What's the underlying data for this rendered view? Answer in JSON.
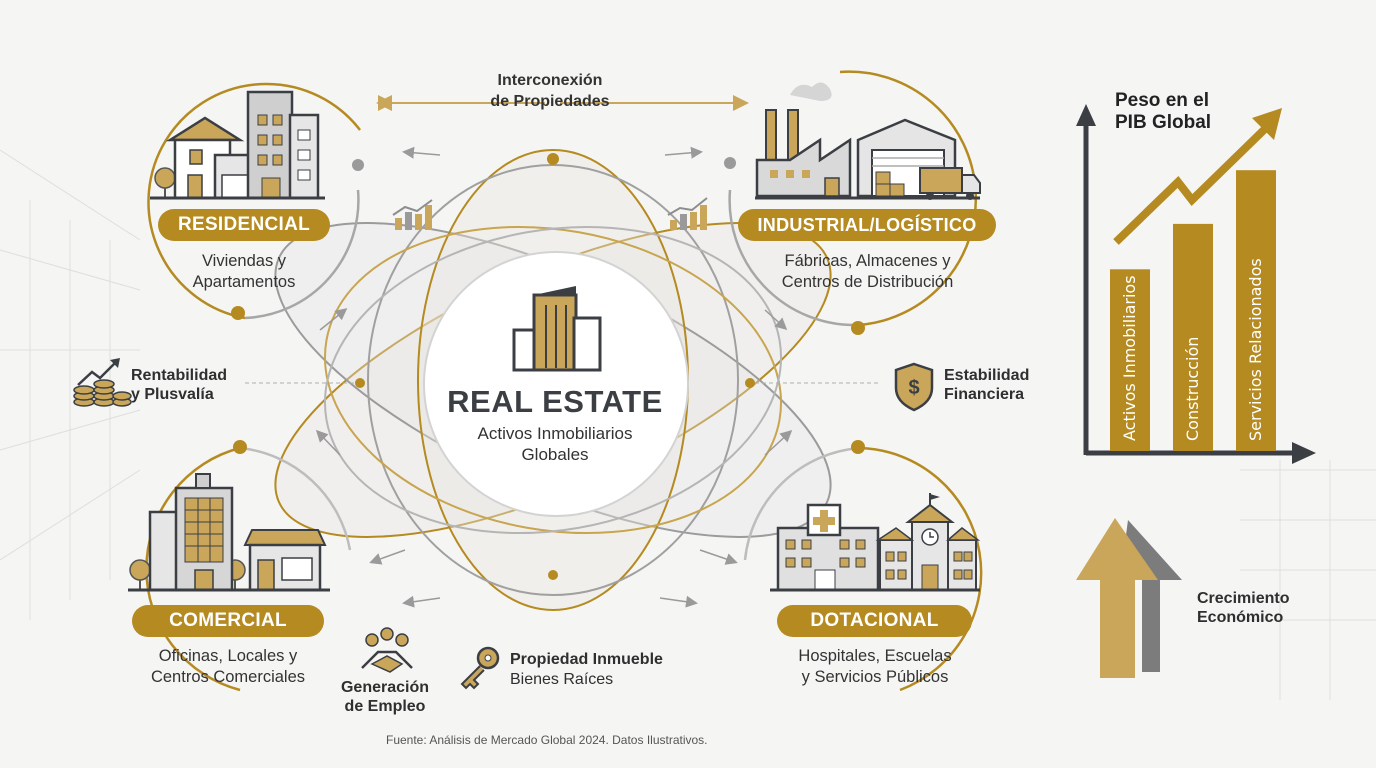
{
  "center": {
    "title": "REAL ESTATE",
    "subtitle_line1": "Activos Inmobiliarios",
    "subtitle_line2": "Globales"
  },
  "top_label": {
    "line1": "Interconexión",
    "line2": "de Propiedades"
  },
  "sectors": {
    "residencial": {
      "label": "RESIDENCIAL",
      "desc1": "Viviendas y",
      "desc2": "Apartamentos"
    },
    "industrial": {
      "label": "INDUSTRIAL/LOGÍSTICO",
      "desc1": "Fábricas, Almacenes y",
      "desc2": "Centros de Distribución"
    },
    "comercial": {
      "label": "COMERCIAL",
      "desc1": "Oficinas, Locales y",
      "desc2": "Centros Comerciales"
    },
    "dotacional": {
      "label": "DOTACIONAL",
      "desc1": "Hospitales, Escuelas",
      "desc2": "y Servicios Públicos"
    }
  },
  "side_labels": {
    "rentabilidad": {
      "line1": "Rentabilidad",
      "line2": "y Plusvalía"
    },
    "estabilidad": {
      "line1": "Estabilidad",
      "line2": "Financiera"
    },
    "empleo": {
      "line1": "Generación",
      "line2": "de Empleo"
    },
    "propiedad": {
      "line1": "Propiedad Inmueble",
      "line2": "Bienes Raíces"
    },
    "crecimiento": {
      "line1": "Crecimiento",
      "line2": "Económico"
    }
  },
  "chart_data": {
    "type": "bar",
    "title": "Peso en el PIB Global",
    "title_line1": "Peso en el",
    "title_line2": "PIB Global",
    "categories": [
      "Activos Inmobiliarios",
      "Construcción",
      "Servicios Relacionados"
    ],
    "values": [
      4.4,
      5.5,
      6.8
    ],
    "ylim": [
      0,
      8.5
    ],
    "axes_ticks": false,
    "trend_arrow": true
  },
  "footer": "Fuente: Análisis de Mercado Global 2024. Datos Ilustrativos.",
  "colors": {
    "gold": "#b58a20",
    "gold_light": "#d8bf86",
    "gray": "#8d8d8d",
    "dark": "#3b3f44"
  },
  "icons": [
    "residential-buildings-icon",
    "factory-warehouse-icon",
    "office-shop-icon",
    "hospital-school-icon",
    "growth-coins-icon",
    "shield-dollar-icon",
    "handshake-people-icon",
    "key-icon",
    "growth-arrows-icon"
  ]
}
